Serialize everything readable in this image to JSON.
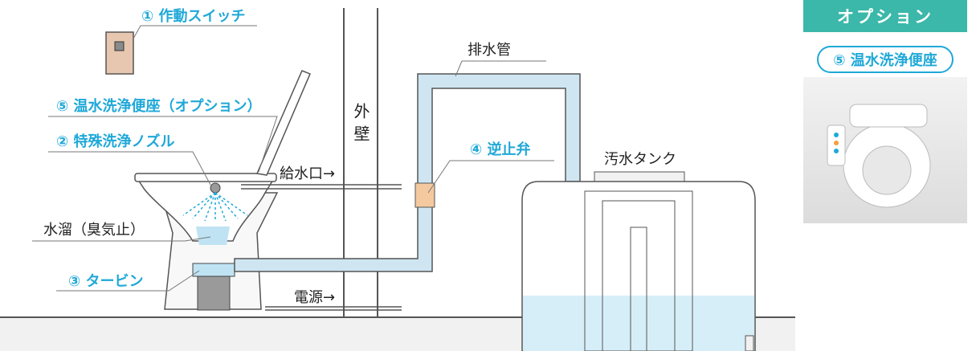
{
  "labels": {
    "switch": "① 作動スイッチ",
    "seat_option": "⑤ 温水洗浄便座（オプション）",
    "nozzle": "② 特殊洗浄ノズル",
    "water_trap": "水溜（臭気止）",
    "turbine": "③ タービン",
    "water_inlet": "給水口→",
    "power": "電源→",
    "outer_wall": "外壁",
    "drain_pipe": "排水管",
    "check_valve": "④ 逆止弁",
    "sewage_tank": "汚水タンク"
  },
  "option_panel": {
    "header": "オプション",
    "item": "⑤ 温水洗浄便座"
  },
  "colors": {
    "accent_blue": "#1fa8d8",
    "header_teal": "#3bb8a9",
    "pipe_fill": "#cfe6f2",
    "line_gray": "#555555",
    "water_blue": "#bfe3f3",
    "valve_orange": "#f4c9a0"
  }
}
